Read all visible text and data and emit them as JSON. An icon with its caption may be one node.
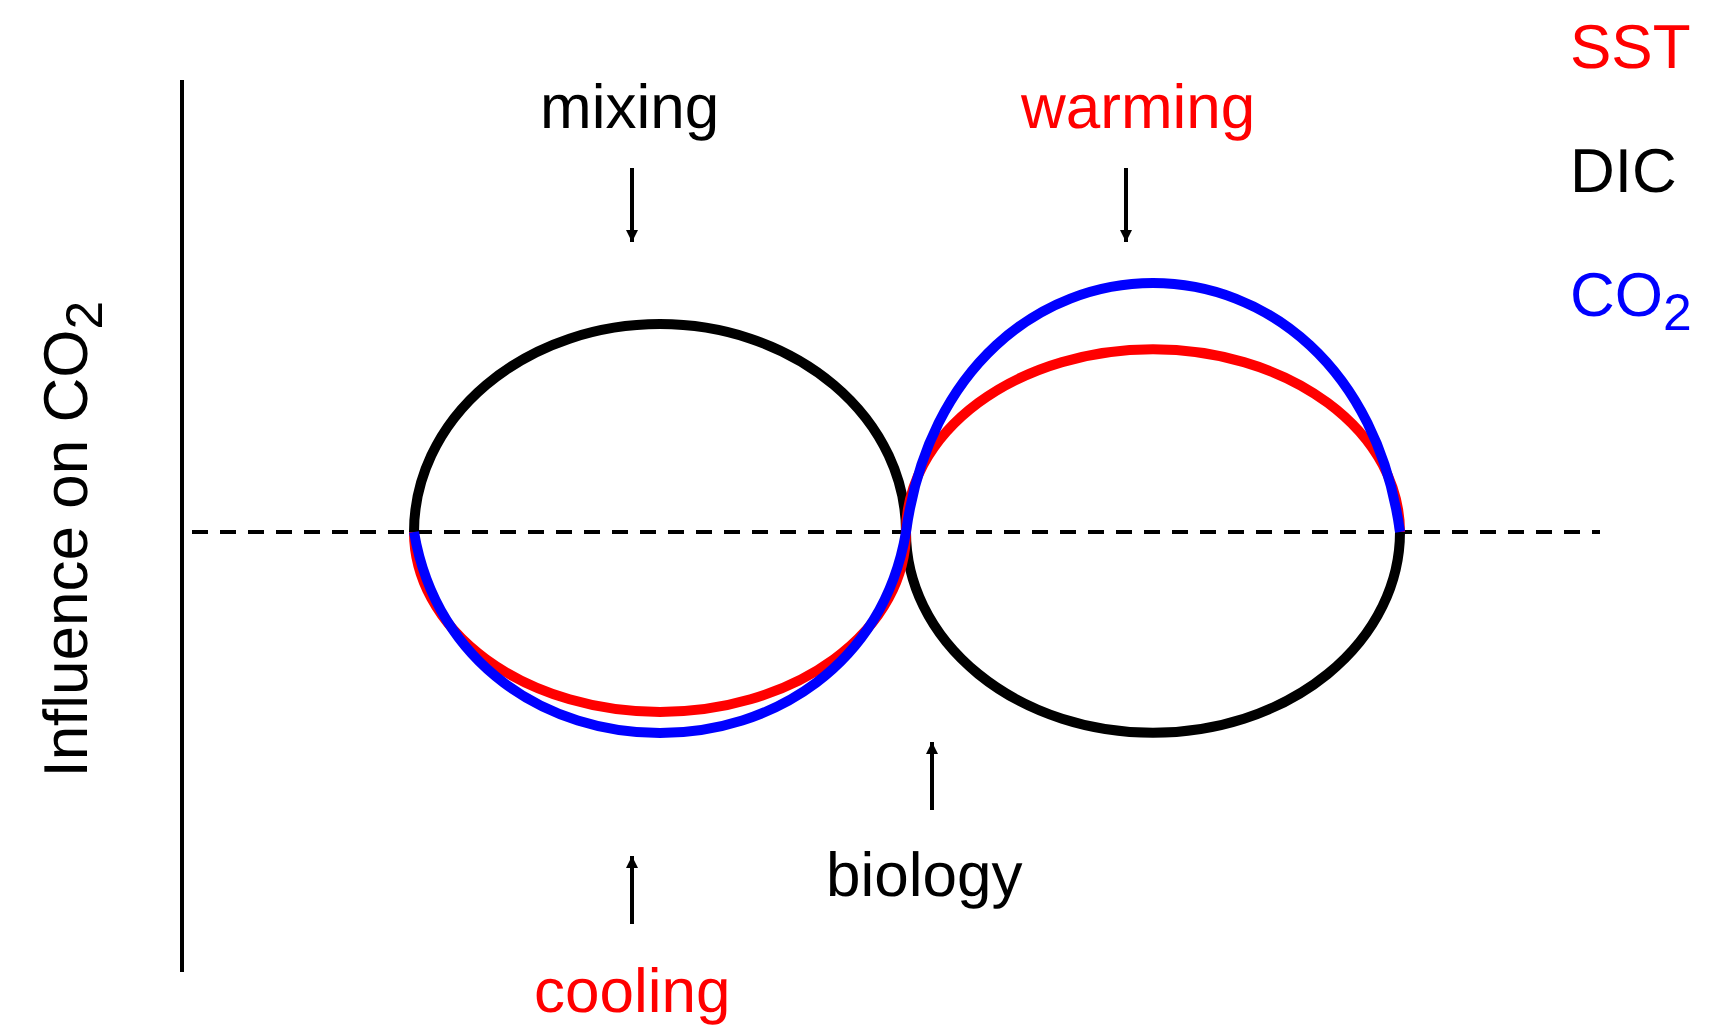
{
  "diagram": {
    "nodes": [
      {
        "text": [
          "mixing"
        ]
      },
      {
        "text": [
          "warming"
        ]
      },
      {
        "text": [
          "biology"
        ]
      },
      {
        "text": [
          "cooling"
        ]
      }
    ],
    "edges": [
      {
        "from": 0,
        "to": null,
        "arrow": "to"
      },
      {
        "from": 1,
        "to": null,
        "arrow": "to"
      },
      {
        "from": 2,
        "to": null,
        "arrow": "to"
      },
      {
        "from": 3,
        "to": null,
        "arrow": "to"
      }
    ],
    "labels": [
      "Influence on CO$_{2}$"
    ],
    "legend": [
      {
        "text": "SST",
        "color": "#ff0000"
      },
      {
        "text": "DIC",
        "color": "#000000"
      },
      {
        "text": "CO$_{2}$",
        "color": "#0000ff"
      }
    ]
  }
}
